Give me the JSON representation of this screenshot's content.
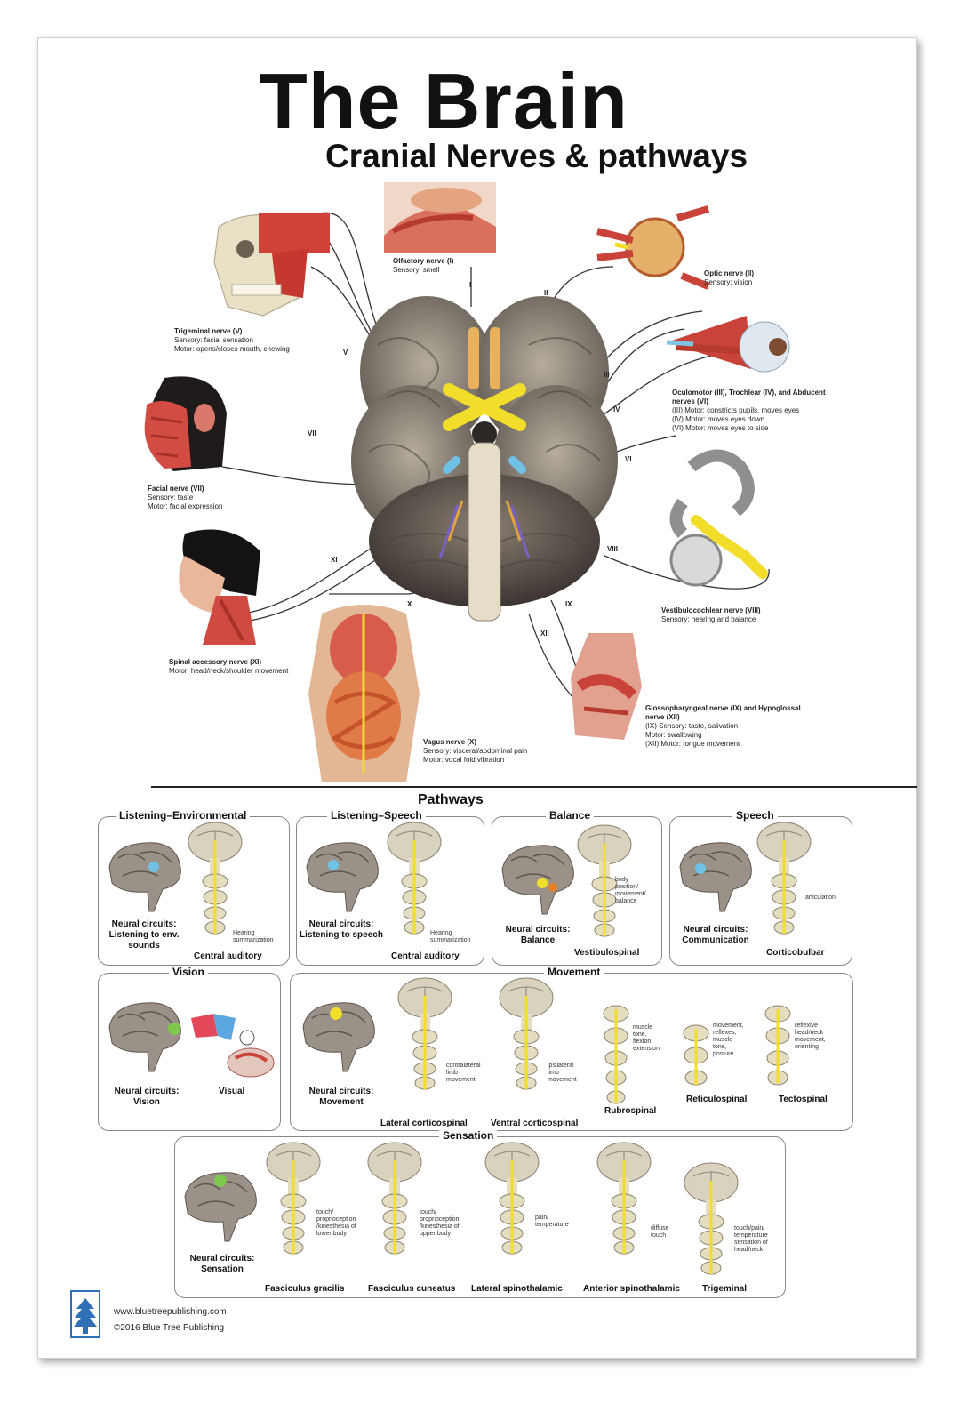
{
  "header": {
    "title": "The Brain",
    "subtitle": "Cranial Nerves & pathways"
  },
  "nerves": [
    {
      "name": "Olfactory nerve (I)",
      "desc": "Sensory: smell",
      "numeral": "I"
    },
    {
      "name": "Optic nerve (II)",
      "desc": "Sensory: vision",
      "numeral": "II"
    },
    {
      "name": "Trigeminal nerve (V)",
      "desc": "Sensory: facial sensation\nMotor: opens/closes mouth, chewing",
      "numeral": "V"
    },
    {
      "name": "Oculomotor (III), Trochlear (IV), and Abducent nerves (VI)",
      "desc": "(III) Motor: constricts pupils, moves eyes\n(IV) Motor: moves eyes down\n(VI) Motor: moves eyes to side",
      "numeral": "III"
    },
    {
      "name": "Facial nerve (VII)",
      "desc": "Sensory: taste\nMotor: facial expression",
      "numeral": "VII"
    },
    {
      "name": "Vestibulocochlear nerve (VIII)",
      "desc": "Sensory: hearing and balance",
      "numeral": "VIII"
    },
    {
      "name": "Spinal accessory nerve (XI)",
      "desc": "Motor: head/neck/shoulder movement",
      "numeral": "XI"
    },
    {
      "name": "Vagus nerve (X)",
      "desc": "Sensory: visceral/abdominal pain\nMotor: vocal fold vibration",
      "numeral": "X"
    },
    {
      "name": "Glossopharyngeal nerve (IX) and Hypoglossal nerve (XII)",
      "desc": "(IX) Sensory: taste, salivation\nMotor: swallowing\n(XII) Motor: tongue movement",
      "numeral": "IX"
    }
  ],
  "numerals_extra": [
    "IV",
    "VI",
    "XII"
  ],
  "pathways": {
    "title": "Pathways",
    "panels": [
      {
        "title": "Listening–Environmental",
        "circuit": "Neural circuits:\nListening to env. sounds",
        "tract": "Central auditory",
        "notes": "Hearing\nsummarization"
      },
      {
        "title": "Listening–Speech",
        "circuit": "Neural circuits:\nListening to speech",
        "tract": "Central auditory",
        "notes": "Hearing\nsummarization"
      },
      {
        "title": "Balance",
        "circuit": "Neural circuits:\nBalance",
        "tract": "Vestibulospinal",
        "notes": "body\nposition/\nmovement/\nbalance"
      },
      {
        "title": "Speech",
        "circuit": "Neural circuits:\nCommunication",
        "tract": "Corticobulbar",
        "notes": "articulation"
      },
      {
        "title": "Vision",
        "circuit": "Neural circuits:\nVision",
        "tract": "Visual",
        "notes": ""
      },
      {
        "title": "Movement",
        "circuit": "Neural circuits:\nMovement",
        "tracts": [
          "Lateral corticospinal",
          "Ventral corticospinal",
          "Rubrospinal",
          "Reticulospinal",
          "Tectospinal"
        ],
        "notes": [
          "contralateral\nlimb\nmovement",
          "ipsilateral\nlimb\nmovement",
          "muscle\ntone,\nflexion,\nextension",
          "movement,\nreflexes,\nmuscle\ntone,\nposture",
          "reflexive\nhead/neck\nmovement,\norienting"
        ]
      },
      {
        "title": "Sensation",
        "circuit": "Neural circuits:\nSensation",
        "tracts": [
          "Fasciculus gracilis",
          "Fasciculus cuneatus",
          "Lateral spinothalamic",
          "Anterior spinothalamic",
          "Trigeminal"
        ],
        "notes": [
          "touch/\nproprioception\n/kinesthesia of\nlower body",
          "touch/\nproprioception\n/kinesthesia of\nupper body",
          "pain/\ntemperature",
          "diffuse\ntouch",
          "touch/pain/\ntemperature\nsensation of\nhead/neck"
        ]
      }
    ]
  },
  "footer": {
    "url": "www.bluetreepublishing.com",
    "copyright": "©2016 Blue Tree Publishing"
  },
  "colors": {
    "brain": "#8c8478",
    "nerve_yellow": "#f2dd2a",
    "muscle_red": "#c9433a",
    "skin": "#e7b79a",
    "spine": "#e9e3b8"
  }
}
